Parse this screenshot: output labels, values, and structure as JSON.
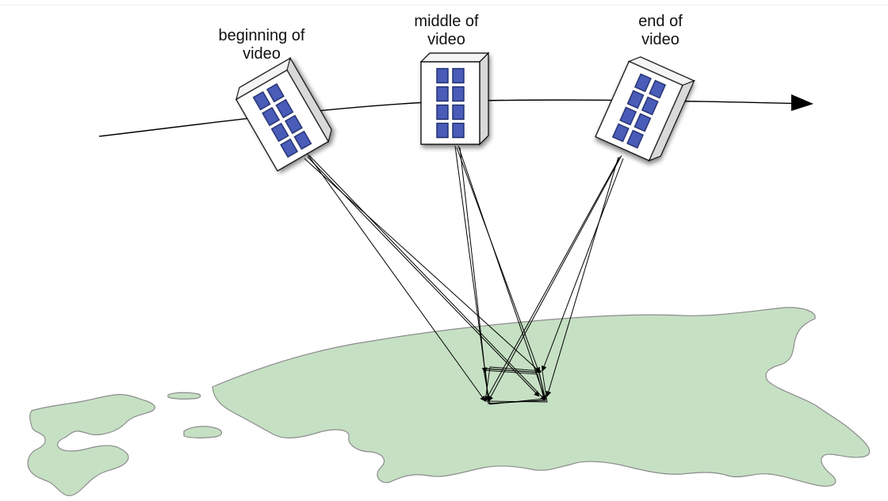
{
  "diagram": {
    "labels": {
      "beginning": [
        "beginning of",
        "video"
      ],
      "middle": [
        "middle of",
        "video"
      ],
      "end": [
        "end of",
        "video"
      ]
    },
    "colors": {
      "land_fill": "#c6e0c4",
      "land_stroke": "#8c8c8c",
      "window_fill": "#4a5bb8",
      "window_stroke": "#1e2a6b",
      "line": "#000000",
      "satellite_body": "#ffffff"
    },
    "satellite_count": 3,
    "rays_per_satellite": 4
  }
}
